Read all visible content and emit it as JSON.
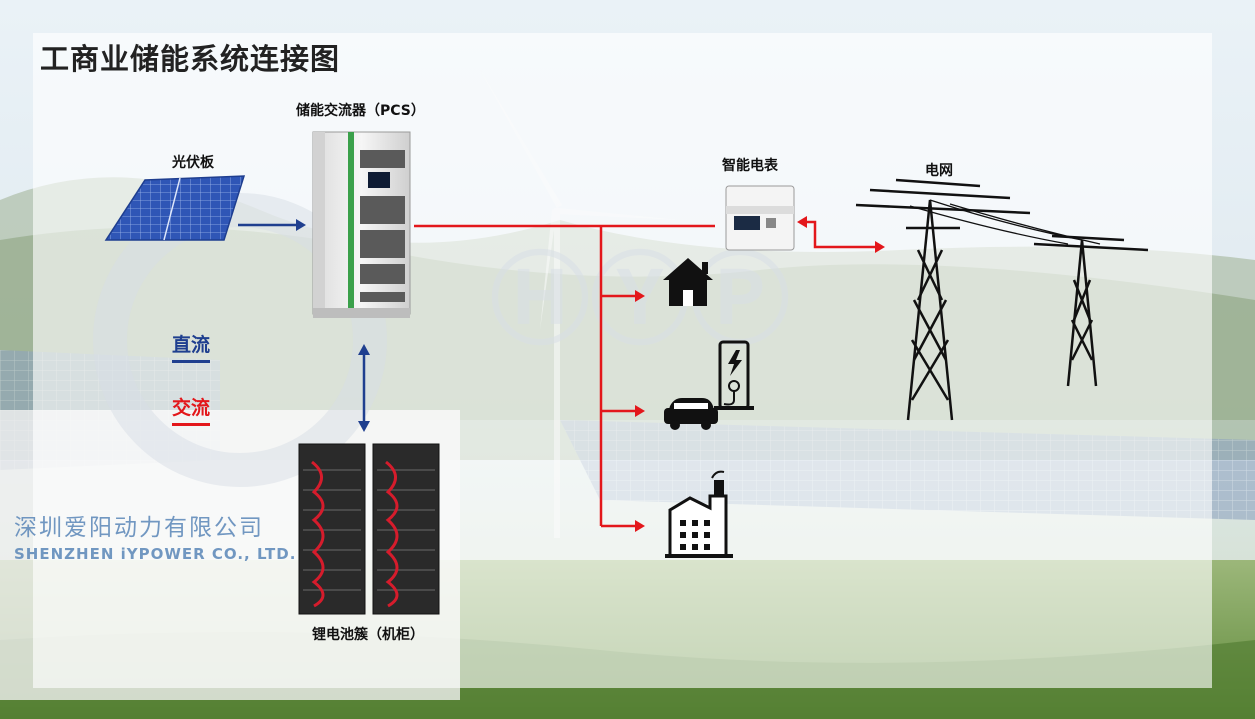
{
  "title": "工商业储能系统连接图",
  "labels": {
    "pv": "光伏板",
    "pcs": "储能交流器（PCS）",
    "meter": "智能电表",
    "grid": "电网",
    "battery": "锂电池簇（机柜）"
  },
  "legend": {
    "dc": "直流",
    "ac": "交流"
  },
  "company": {
    "cn": "深圳爱阳动力有限公司",
    "en": "SHENZHEN iYPOWER CO., LTD."
  },
  "colors": {
    "dc": "#1f3f8f",
    "ac": "#e3171b",
    "ink": "#1a1a1a"
  },
  "icons": {
    "home": "house-icon",
    "ev": "ev-charging-icon",
    "factory": "factory-icon"
  }
}
